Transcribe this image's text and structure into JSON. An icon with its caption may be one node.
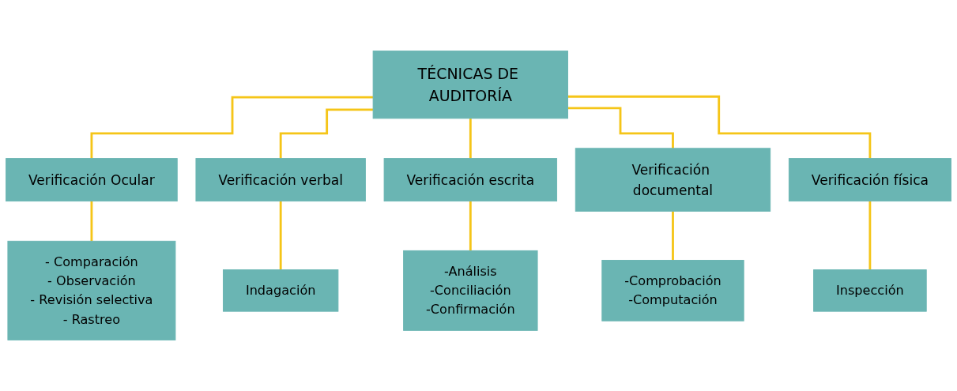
{
  "diagram": {
    "nodes": [
      {
        "text": [
          "TÉCNICAS DE AUDITORÍA"
        ]
      },
      {
        "text": [
          "Verificación Ocular"
        ]
      },
      {
        "text": [
          "Verificación verbal"
        ]
      },
      {
        "text": [
          "Verificación escrita"
        ]
      },
      {
        "text": [
          "Verificación documental"
        ]
      },
      {
        "text": [
          "Verificación física"
        ]
      },
      {
        "text": [
          "- Comparación",
          "- Observación",
          "- Revisión selectiva",
          "- Rastreo"
        ]
      },
      {
        "text": [
          "Indagación"
        ]
      },
      {
        "text": [
          "-Análisis",
          "-Conciliación",
          "-Confirmación"
        ]
      },
      {
        "text": [
          "-Comprobación",
          "-Computación"
        ]
      },
      {
        "text": [
          "Inspección"
        ]
      }
    ],
    "edges": [
      {
        "from": 0,
        "to": 1,
        "arrow": "none"
      },
      {
        "from": 0,
        "to": 2,
        "arrow": "none"
      },
      {
        "from": 0,
        "to": 3,
        "arrow": "none"
      },
      {
        "from": 0,
        "to": 4,
        "arrow": "none"
      },
      {
        "from": 0,
        "to": 5,
        "arrow": "none"
      },
      {
        "from": 1,
        "to": 6,
        "arrow": "none"
      },
      {
        "from": 2,
        "to": 7,
        "arrow": "none"
      },
      {
        "from": 3,
        "to": 8,
        "arrow": "none"
      },
      {
        "from": 4,
        "to": 9,
        "arrow": "none"
      },
      {
        "from": 5,
        "to": 10,
        "arrow": "none"
      }
    ]
  }
}
